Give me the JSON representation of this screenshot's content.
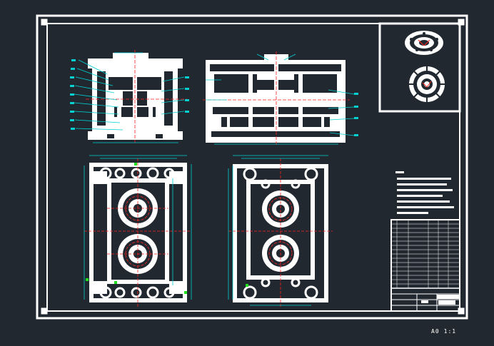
{
  "drawing": {
    "sheet_size": "A0",
    "scale": "1:1",
    "views": [
      "front-section-view",
      "side-section-view",
      "moving-half-plan-view",
      "fixed-half-plan-view",
      "part-isometric-view",
      "part-top-view"
    ],
    "colors": {
      "background": "#212830",
      "outline": "#ffffff",
      "dimension": "#00d0d0",
      "centerline": "#ff2020",
      "marker": "#20e020"
    }
  }
}
